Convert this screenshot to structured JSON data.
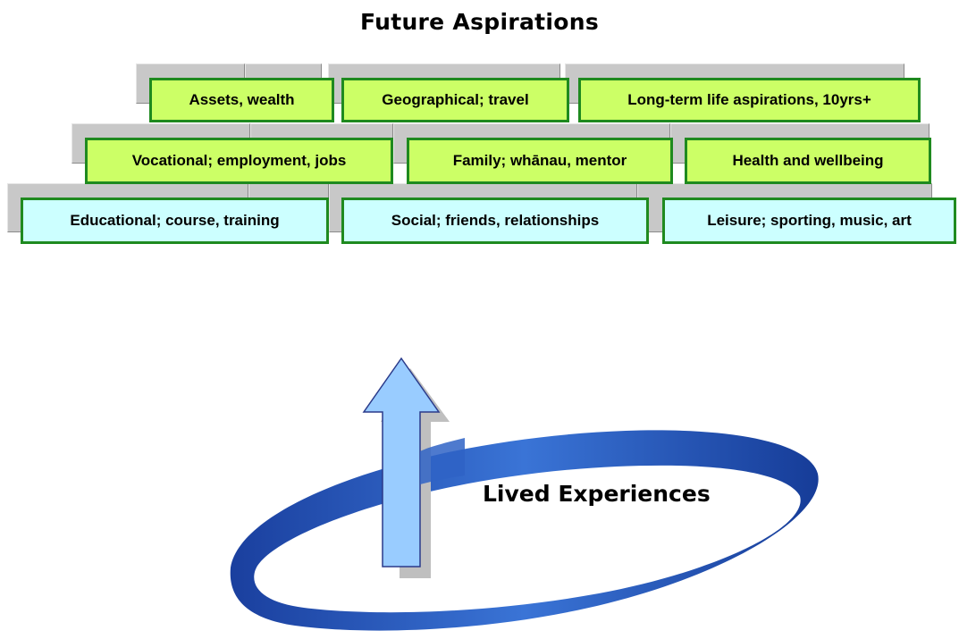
{
  "title": "Future Aspirations",
  "rows": [
    {
      "color": "#ccff66",
      "items": [
        "Assets, wealth",
        "Geographical; travel",
        "Long-term life aspirations, 10yrs+"
      ]
    },
    {
      "color": "#ccff66",
      "items": [
        "Vocational; employment, jobs",
        "Family; whānau, mentor",
        "Health and wellbeing"
      ]
    },
    {
      "color": "#ccffff",
      "items": [
        "Educational; course, training",
        "Social; friends, relationships",
        "Leisure; sporting, music, art"
      ]
    }
  ],
  "center_label": "Lived Experiences",
  "colors": {
    "box_border": "#1f8a1f",
    "ribbon": "#2c5fc0",
    "arrow": "#99ccff"
  }
}
